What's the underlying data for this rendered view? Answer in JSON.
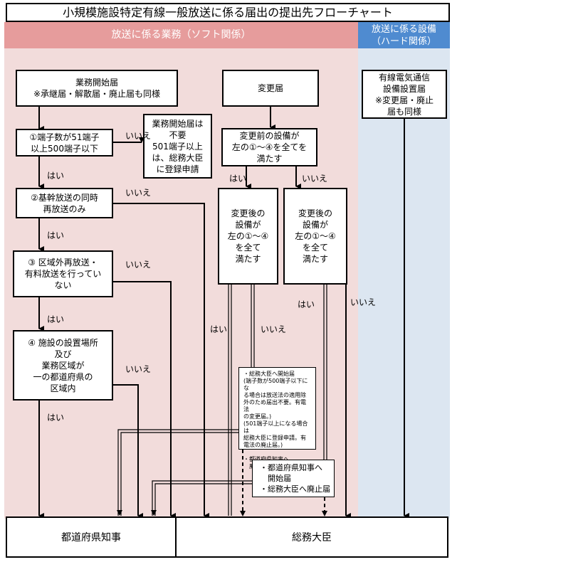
{
  "title": "小規模施設特定有線一般放送に係る届出の提出先フローチャート",
  "headers": {
    "soft": "放送に係る業務（ソフト関係）",
    "hard": "放送に係る設備\n（ハード関係）"
  },
  "boxes": {
    "start_business": "業務開始届\n※承継届・解散届・廃止届も同様",
    "change": "変更届",
    "cable_facility": "有線電気通信\n設備設置届\n※変更届・廃止\n届も同様",
    "q1": "①端子数が51端子\n以上500端子以下",
    "unnecessary": "業務開始届は\n不要\n501端子以上\nは、総務大臣\nに登録申請",
    "before_change": "変更前の設備が\n左の①～④を全てを\n満たす",
    "q2": "②基幹放送の同時\n再放送のみ",
    "after_yes": "変更後の\n設備が\n左の①～④\nを全て\n満たす",
    "after_no": "変更後の\n設備が\n左の①～④\nを全て\n満たす",
    "q3": "③ 区域外再放送・\n有料放送を行ってい\nない",
    "q4": "④ 施設の設置場所\n及び\n業務区域が\n一の都道府県の\n区域内",
    "note1": "・総務大臣へ開始届\n(端子数が500端子以下にな\nる場合は放送法の適用除\n外のため届出不要。有電法\nの変更届。)\n(501端子以上になる場合は\n総務大臣に登録申請。有\n電法の廃止届。)\n\n・都道府県知事へ\n　廃止届",
    "note2": "・都道府県知事へ\n　開始届\n・総務大臣へ廃止届"
  },
  "labels": {
    "yes": "はい",
    "no": "いいえ"
  },
  "bottom": {
    "governor": "都道府県知事",
    "minister": "総務大臣"
  }
}
